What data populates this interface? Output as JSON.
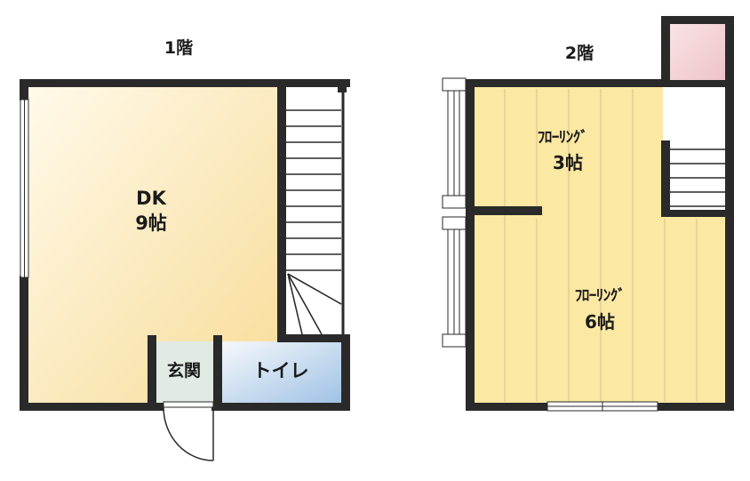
{
  "floor1": {
    "label": "1階",
    "dk": {
      "name": "DK",
      "size": "9帖"
    },
    "entrance": "玄関",
    "toilet": "トイレ"
  },
  "floor2": {
    "label": "2階",
    "room_small": {
      "name": "ﾌﾛｰﾘﾝｸﾞ",
      "size": "3帖"
    },
    "room_large": {
      "name": "ﾌﾛｰﾘﾝｸﾞ",
      "size": "6帖"
    }
  },
  "colors": {
    "wall": "#2a2a2a",
    "dk_floor_light": "#fdf5dd",
    "dk_floor_dark": "#f8dfa0",
    "flooring": "#fbe7a1",
    "entrance": "#e3ece6",
    "toilet_light": "#f3f6fb",
    "toilet_dark": "#a9c8e6",
    "closet_pink": "#f2cfd3"
  }
}
